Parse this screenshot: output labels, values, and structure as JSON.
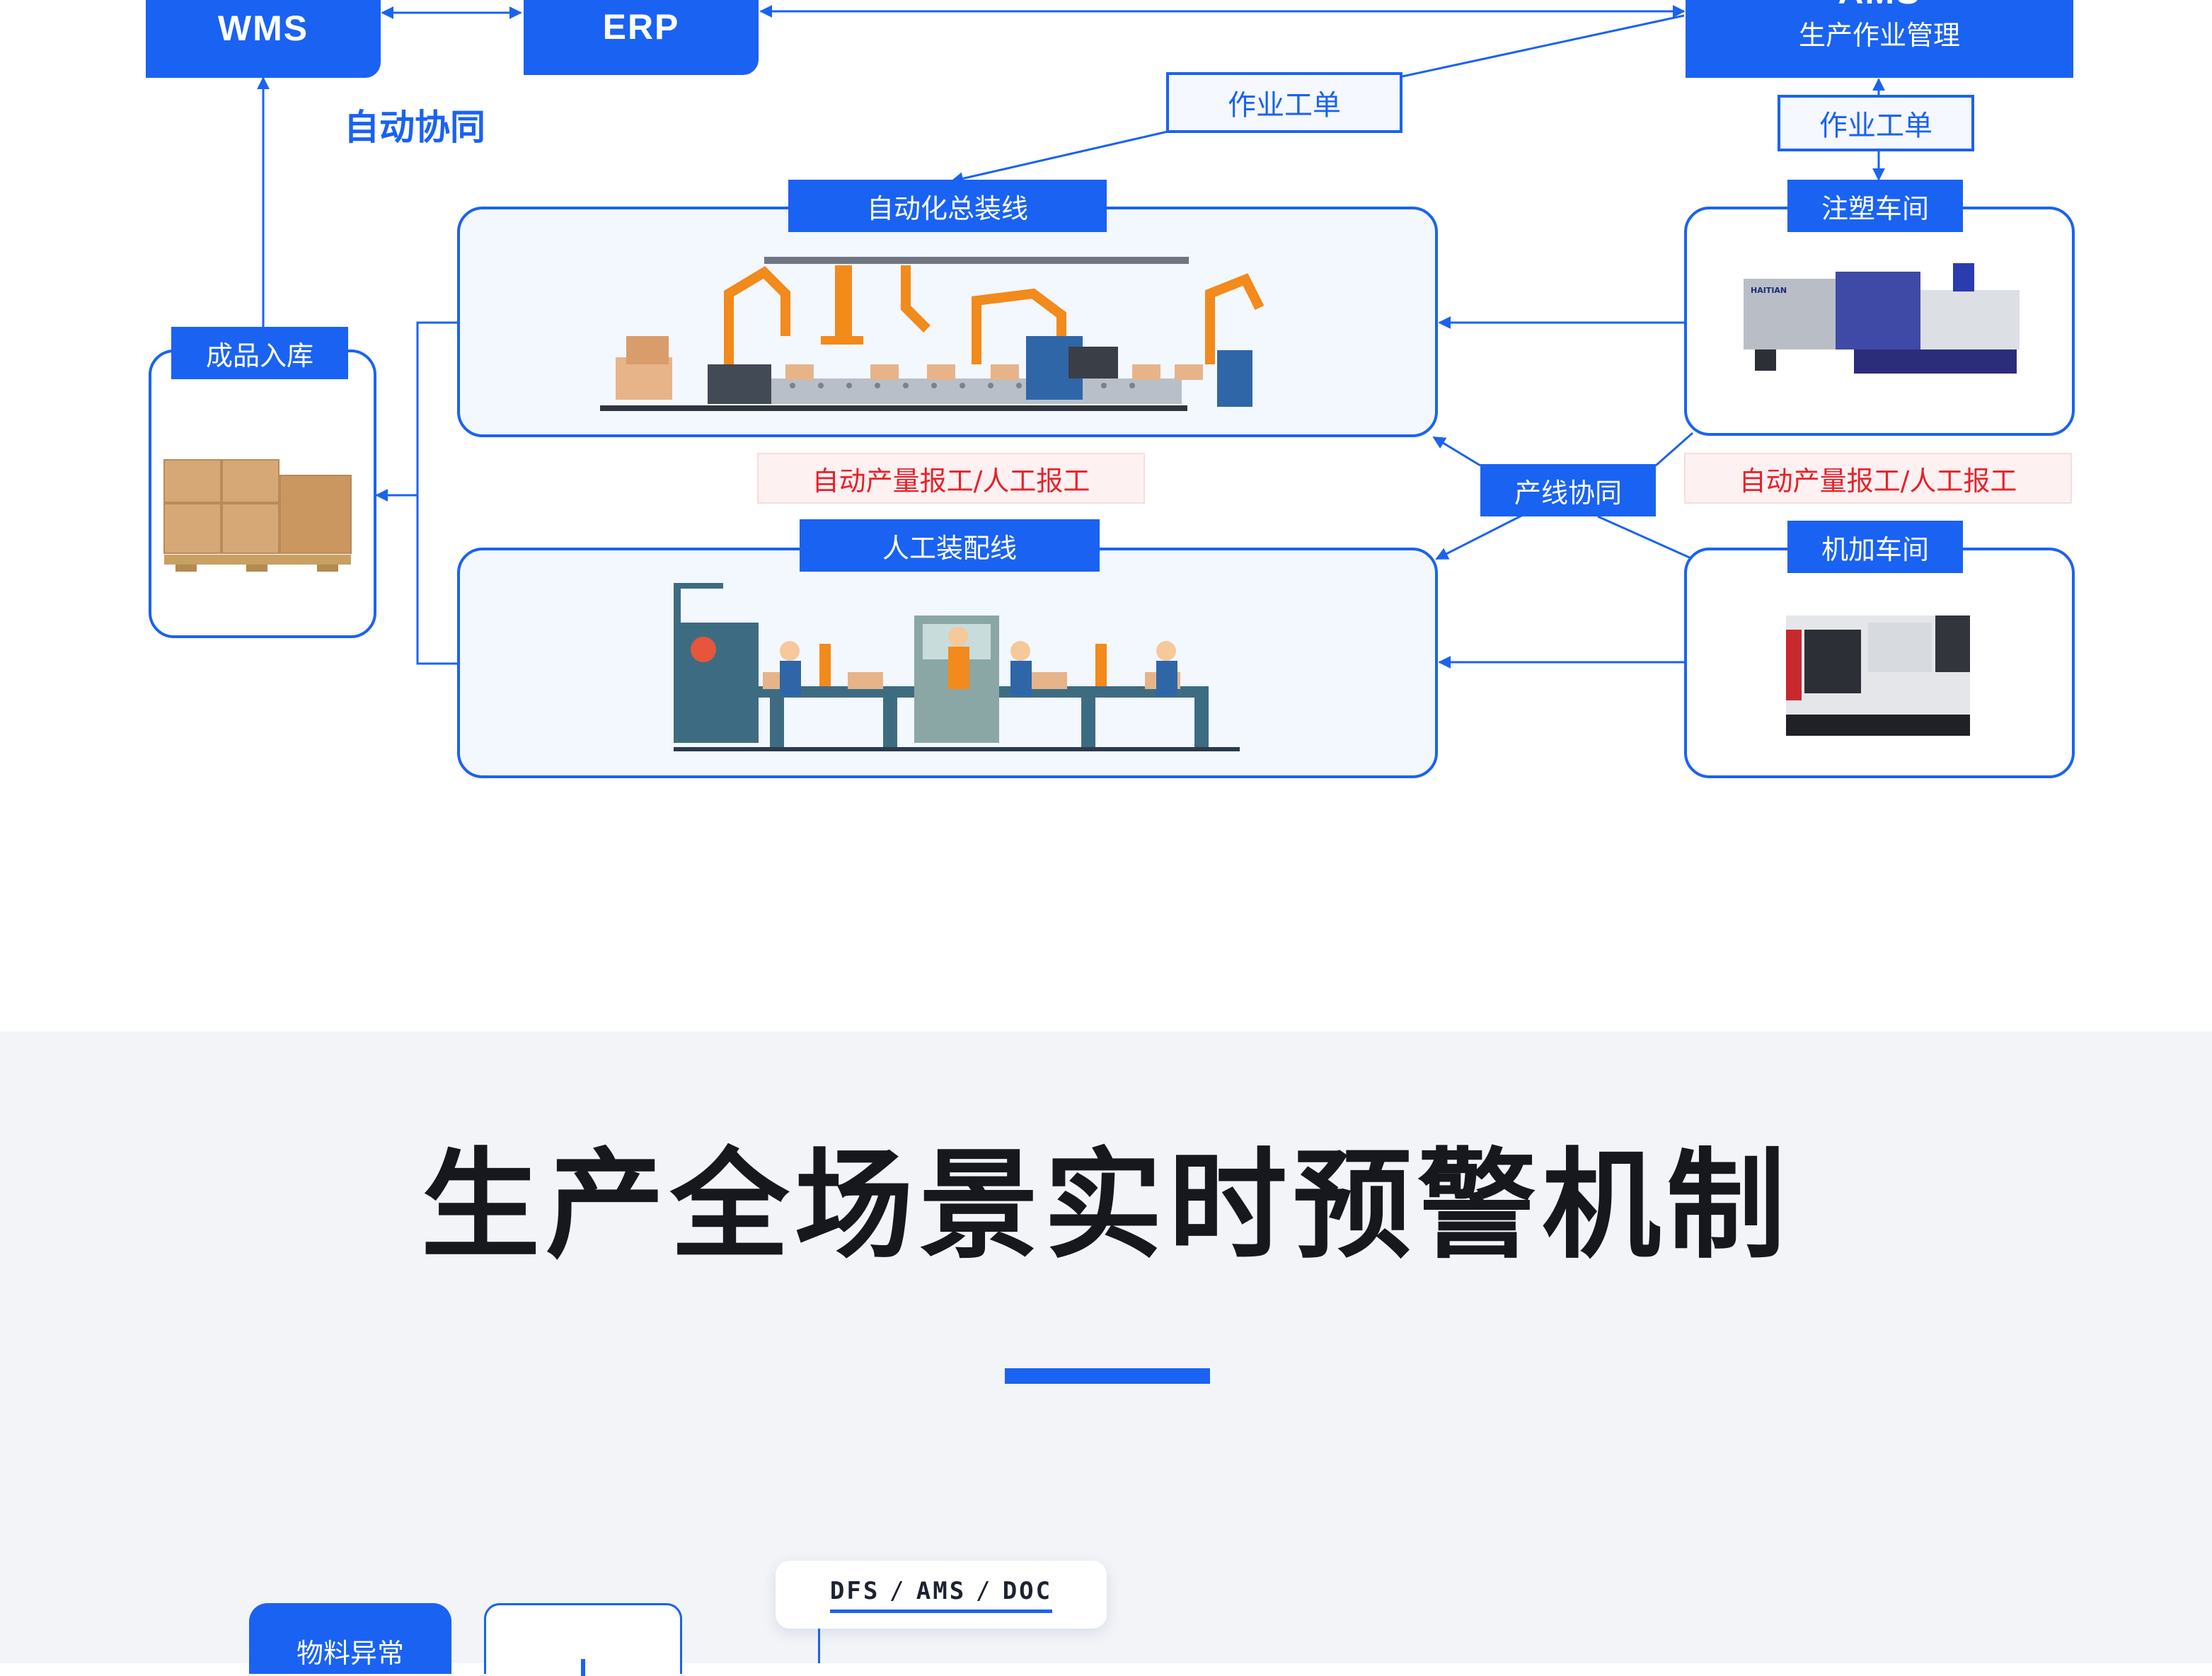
{
  "top_diagram": {
    "systems": {
      "wms": "WMS",
      "erp": "ERP",
      "ams": "AMS",
      "ams_sub": "生产作业管理"
    },
    "auto_sync": "自动协同",
    "work_order_1": "作业工单",
    "work_order_2": "作业工单",
    "auto_line": "自动化总装线",
    "manual_line": "人工装配线",
    "finished_goods": "成品入库",
    "injection_workshop": "注塑车间",
    "machining_workshop": "机加车间",
    "line_sync": "产线协同",
    "report_1": "自动产量报工/人工报工",
    "report_2": "自动产量报工/人工报工",
    "machine_brand": "HAITIAN"
  },
  "section2": {
    "title": "生产全场景实时预警机制",
    "accent_color": "#1a62f2",
    "tab_label": {
      "dfs": "DFS",
      "ams": "AMS",
      "doc": "DOC",
      "sep": "/"
    },
    "material_anomaly": "物料异常"
  },
  "colors": {
    "primary": "#1a62f2",
    "alert_red": "#e8212a",
    "robot_orange": "#f28a1c"
  }
}
